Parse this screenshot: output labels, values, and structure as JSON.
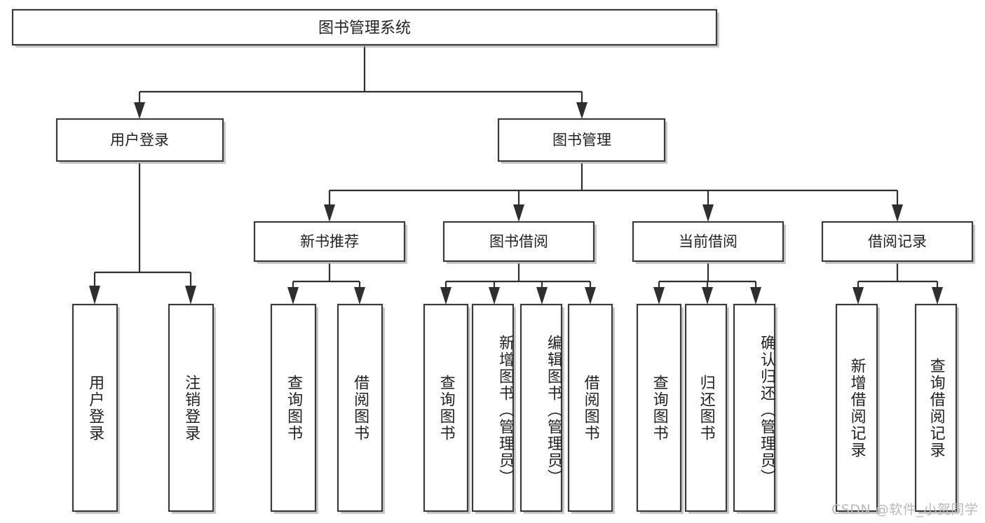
{
  "diagram": {
    "type": "tree-hierarchy",
    "title": "图书管理系统",
    "watermark": "CSDN @软件_小贺同学",
    "colors": {
      "box_stroke": "#3b3b3b",
      "box_fill": "#ffffff",
      "connector": "#2f2f2f",
      "text": "#222222",
      "watermark": "#b9b9b9",
      "background": "#ffffff"
    },
    "levels": {
      "root": {
        "label": "图书管理系统"
      },
      "level2": [
        {
          "id": "user-login",
          "label": "用户登录"
        },
        {
          "id": "book-management",
          "label": "图书管理"
        }
      ],
      "level3": [
        {
          "id": "new-book-recommend",
          "label": "新书推荐",
          "parent": "book-management"
        },
        {
          "id": "book-borrow",
          "label": "图书借阅",
          "parent": "book-management"
        },
        {
          "id": "current-borrow",
          "label": "当前借阅",
          "parent": "book-management"
        },
        {
          "id": "borrow-record",
          "label": "借阅记录",
          "parent": "book-management"
        }
      ],
      "leaves": [
        {
          "id": "leaf-user-login",
          "label": "用户登录",
          "parent": "user-login"
        },
        {
          "id": "leaf-logout-login",
          "label": "注销登录",
          "parent": "user-login"
        },
        {
          "id": "leaf-query-book-1",
          "label": "查询图书",
          "parent": "new-book-recommend"
        },
        {
          "id": "leaf-borrow-book-1",
          "label": "借阅图书",
          "parent": "new-book-recommend"
        },
        {
          "id": "leaf-query-book-2",
          "label": "查询图书",
          "parent": "book-borrow"
        },
        {
          "id": "leaf-add-book",
          "label": "新增图书（管理员）",
          "parent": "book-borrow"
        },
        {
          "id": "leaf-edit-book",
          "label": "编辑图书（管理员）",
          "parent": "book-borrow"
        },
        {
          "id": "leaf-borrow-book-2",
          "label": "借阅图书",
          "parent": "book-borrow"
        },
        {
          "id": "leaf-query-book-3",
          "label": "查询图书",
          "parent": "current-borrow"
        },
        {
          "id": "leaf-return-book",
          "label": "归还图书",
          "parent": "current-borrow"
        },
        {
          "id": "leaf-confirm-return",
          "label": "确认归还（管理员）",
          "parent": "current-borrow"
        },
        {
          "id": "leaf-add-borrow-record",
          "label": "新增借阅记录",
          "parent": "borrow-record"
        },
        {
          "id": "leaf-query-borrow-record",
          "label": "查询借阅记录",
          "parent": "borrow-record"
        }
      ]
    }
  }
}
